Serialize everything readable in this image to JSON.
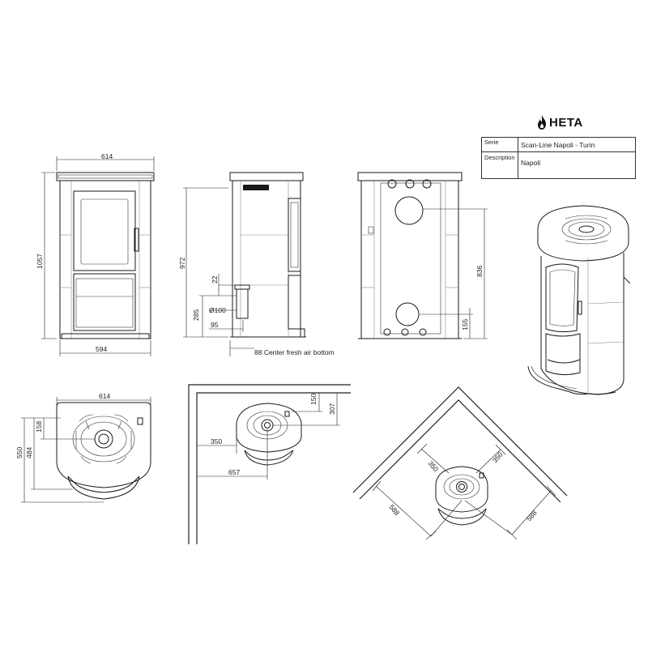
{
  "brand": {
    "name": "HETA",
    "icon": "flame-icon"
  },
  "title_block": {
    "serie_label": "Serie",
    "serie_value": "Scan-Line Napoli - Turin",
    "description_label": "Description",
    "description_value": "Napoli"
  },
  "dimensions": {
    "front_top_width": "614",
    "front_bottom_width": "594",
    "front_height": "1057",
    "side_height": "972",
    "air_inlet_offset": "22",
    "air_inlet_diameter": "Ø100",
    "air_inlet_height": "285",
    "air_inlet_depth": "95",
    "fresh_air_note": "88 Center fresh air bottom",
    "rear_top_flue_height": "836",
    "rear_bottom_flue_height": "155",
    "plan_width": "614",
    "plan_depth_outer": "550",
    "plan_depth_inner": "484",
    "plan_flue_center": "158",
    "wall_back_clearance_a": "150",
    "wall_back_clearance_b": "307",
    "wall_side_clearance": "350",
    "wall_side_total": "657",
    "corner_clearance_left": "350",
    "corner_clearance_right": "350",
    "corner_depth_left": "588",
    "corner_depth_right": "588"
  }
}
